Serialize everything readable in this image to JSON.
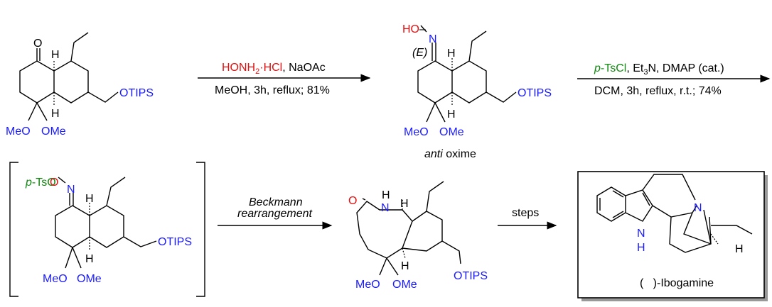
{
  "step1": {
    "reagent_red": "HONH",
    "reagent_sub2": "2",
    "reagent_dot": "·HCl",
    "reagent_rest": ", NaOAc",
    "conditions": "MeOH, 3h, reflux; 81%"
  },
  "step2": {
    "reagent_p": "p",
    "reagent_ts": "-TsCl",
    "reagent_rest1": ", Et",
    "reagent_sub3": "3",
    "reagent_rest2": "N, DMAP (cat.)",
    "conditions": "DCM, 3h, reflux, r.t.; 74%"
  },
  "step3": {
    "line1": "Beckmann",
    "line2": "rearrangement"
  },
  "step4": {
    "label": "steps"
  },
  "compound1": {
    "o": "O",
    "h_top": "H",
    "h_bot": "H",
    "otips": "OTIPS",
    "meo": "MeO",
    "ome": "OMe"
  },
  "compound2": {
    "ho": "HO",
    "n": "N",
    "e": "(E)",
    "h_top": "H",
    "h_bot": "H",
    "otips": "OTIPS",
    "meo": "MeO",
    "ome": "OMe",
    "caption_italic": "anti",
    "caption_rest": " oxime"
  },
  "compound3": {
    "p": "p",
    "ts": "-TsO",
    "n": "N",
    "h_top": "H",
    "h_bot": "H",
    "otips": "OTIPS",
    "meo": "MeO",
    "ome": "OMe"
  },
  "compound4": {
    "o": "O",
    "h_n": "H",
    "n": "N",
    "h_top": "H",
    "h_bot": "H",
    "otips": "OTIPS",
    "meo": "MeO",
    "ome": "OMe"
  },
  "product": {
    "n": "N",
    "nh_n": "N",
    "nh_h": "H",
    "h": "H",
    "name": "(   )-Ibogamine"
  },
  "colors": {
    "heteroatom": "#1a1aff",
    "reagent_red": "#e01010",
    "tosyl_green": "#118811"
  }
}
